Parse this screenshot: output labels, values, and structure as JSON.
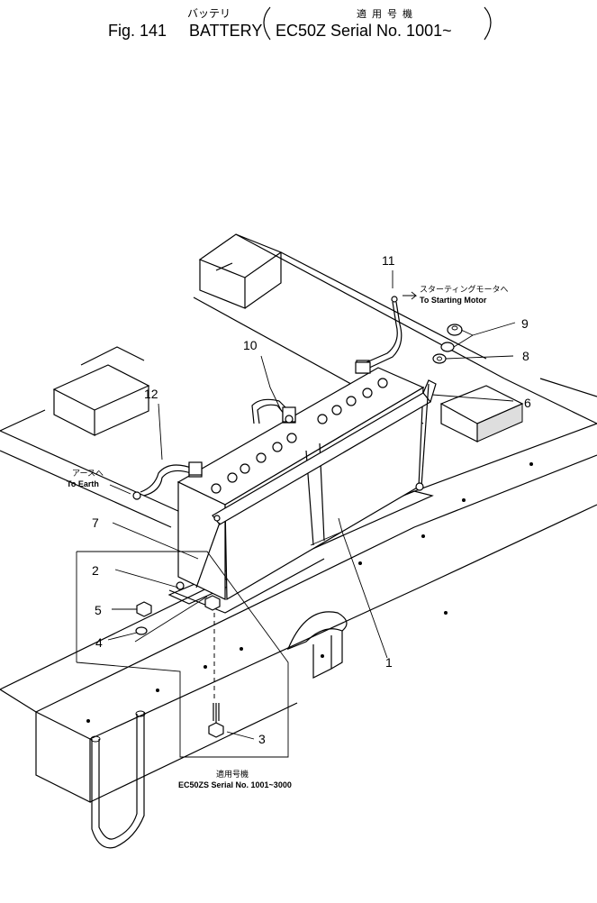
{
  "figure": {
    "fig_label": "Fig. 141",
    "title_ja": "バッテリ",
    "title_en": "BATTERY",
    "applicability_ja": "適用号機",
    "applicability_en": "EC50Z Serial No. 1001~"
  },
  "callouts": [
    {
      "id": "1",
      "name": "battery"
    },
    {
      "id": "2",
      "name": "battery-bracket"
    },
    {
      "id": "3",
      "name": "bolt"
    },
    {
      "id": "4",
      "name": "washer"
    },
    {
      "id": "5",
      "name": "nut"
    },
    {
      "id": "6",
      "name": "hold-down-bar"
    },
    {
      "id": "7",
      "name": "rod"
    },
    {
      "id": "8",
      "name": "washer"
    },
    {
      "id": "9",
      "name": "nut"
    },
    {
      "id": "10",
      "name": "jumper-cable"
    },
    {
      "id": "11",
      "name": "cable-to-starting-motor"
    },
    {
      "id": "12",
      "name": "earth-cable"
    }
  ],
  "notes": {
    "to_starting_motor_ja": "スターティングモータへ",
    "to_starting_motor_en": "To Starting Motor",
    "to_earth_ja": "アースへ",
    "to_earth_en": "To Earth",
    "serial_note_ja": "適用号機",
    "serial_note_en": "EC50ZS Serial No. 1001~3000"
  }
}
